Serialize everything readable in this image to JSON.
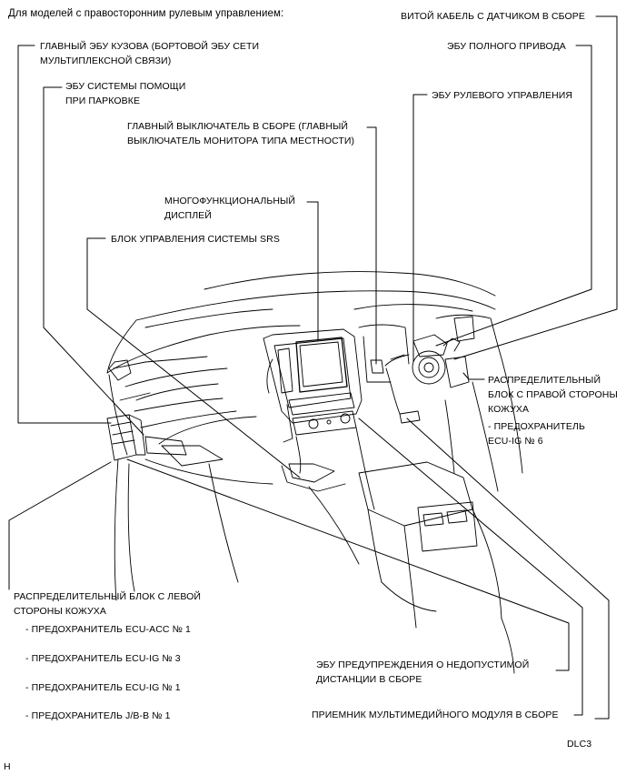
{
  "header": "Для моделей с правосторонним рулевым управлением:",
  "labels": {
    "spiral_cable": "ВИТОЙ КАБЕЛЬ С ДАТЧИКОМ В СБОРЕ",
    "main_body_ecu": "ГЛАВНЫЙ ЭБУ КУЗОВА (БОРТОВОЙ ЭБУ СЕТИ\nМУЛЬТИПЛЕКСНОЙ СВЯЗИ)",
    "four_wd_ecu": "ЭБУ ПОЛНОГО ПРИВОДА",
    "parking_assist_ecu": "ЭБУ СИСТЕМЫ ПОМОЩИ\nПРИ ПАРКОВКЕ",
    "steering_ecu": "ЭБУ РУЛЕВОГО УПРАВЛЕНИЯ",
    "main_switch": "ГЛАВНЫЙ ВЫКЛЮЧАТЕЛЬ В СБОРЕ (ГЛАВНЫЙ\nВЫКЛЮЧАТЕЛЬ МОНИТОРА ТИПА МЕСТНОСТИ)",
    "multi_display": "МНОГОФУНКЦИОНАЛЬНЫЙ\nДИСПЛЕЙ",
    "srs_unit": "БЛОК УПРАВЛЕНИЯ СИСТЕМЫ SRS",
    "right_jb": "РАСПРЕДЕЛИТЕЛЬНЫЙ\nБЛОК С ПРАВОЙ СТОРОНЫ\nКОЖУХА",
    "right_fuse": "- ПРЕДОХРАНИТЕЛЬ\nECU-IG № 6",
    "left_jb": "РАСПРЕДЕЛИТЕЛЬНЫЙ БЛОК С ЛЕВОЙ\nСТОРОНЫ КОЖУХА",
    "fuse_acc1": "- ПРЕДОХРАНИТЕЛЬ ECU-ACC № 1",
    "fuse_ig3": "- ПРЕДОХРАНИТЕЛЬ ECU-IG № 3",
    "fuse_ig1": "- ПРЕДОХРАНИТЕЛЬ ECU-IG № 1",
    "fuse_jbb1": "- ПРЕДОХРАНИТЕЛЬ J/B-B № 1",
    "distance_ecu": "ЭБУ ПРЕДУПРЕЖДЕНИЯ О НЕДОПУСТИМОЙ\nДИСТАНЦИИ В СБОРЕ",
    "multimedia_receiver": "ПРИЕМНИК МУЛЬТИМЕДИЙНОГО МОДУЛЯ В СБОРЕ",
    "dlc3": "DLC3",
    "corner_mark": "H"
  },
  "colors": {
    "line": "#000000",
    "background": "#ffffff"
  }
}
